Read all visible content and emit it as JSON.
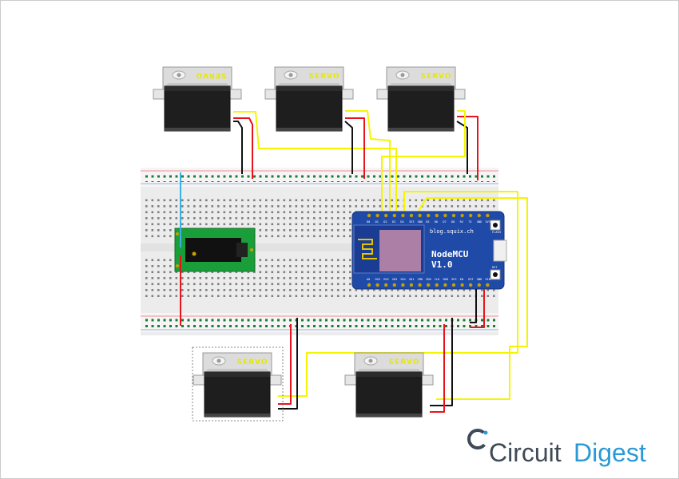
{
  "servos": [
    {
      "label": "SERVO",
      "flipped": true
    },
    {
      "label": "SERVO",
      "flipped": false
    },
    {
      "label": "SERVO",
      "flipped": false
    },
    {
      "label": "SERVO",
      "flipped": false
    },
    {
      "label": "SERVO",
      "flipped": false
    }
  ],
  "nodemcu": {
    "site": "blog.squix.ch",
    "title_line1": "NodeMCU",
    "title_line2": "V1.0",
    "flash_label": "FLASH",
    "rst_label": "RST",
    "top_pins": [
      "D0",
      "D1",
      "D2",
      "D3",
      "D4",
      "3V3",
      "GND",
      "D5",
      "D6",
      "D7",
      "D8",
      "RX",
      "TX",
      "GND",
      "3V3"
    ],
    "bottom_pins": [
      "A0",
      "RSV",
      "RSV",
      "SD3",
      "SD2",
      "SD1",
      "CMD",
      "SD0",
      "CLK",
      "GND",
      "3V3",
      "EN",
      "RST",
      "GND",
      "VIN"
    ]
  },
  "logo": {
    "part1": "Circuit",
    "part2": "Digest"
  },
  "colors": {
    "signal_wire": "#f5f500",
    "power_wire": "#e8141c",
    "ground_wire": "#111111",
    "jumper_wire": "#3ab0e6",
    "board_blue": "#1f4aa8",
    "breadboard": "#ececec",
    "jack_board": "#1a9e3a"
  }
}
